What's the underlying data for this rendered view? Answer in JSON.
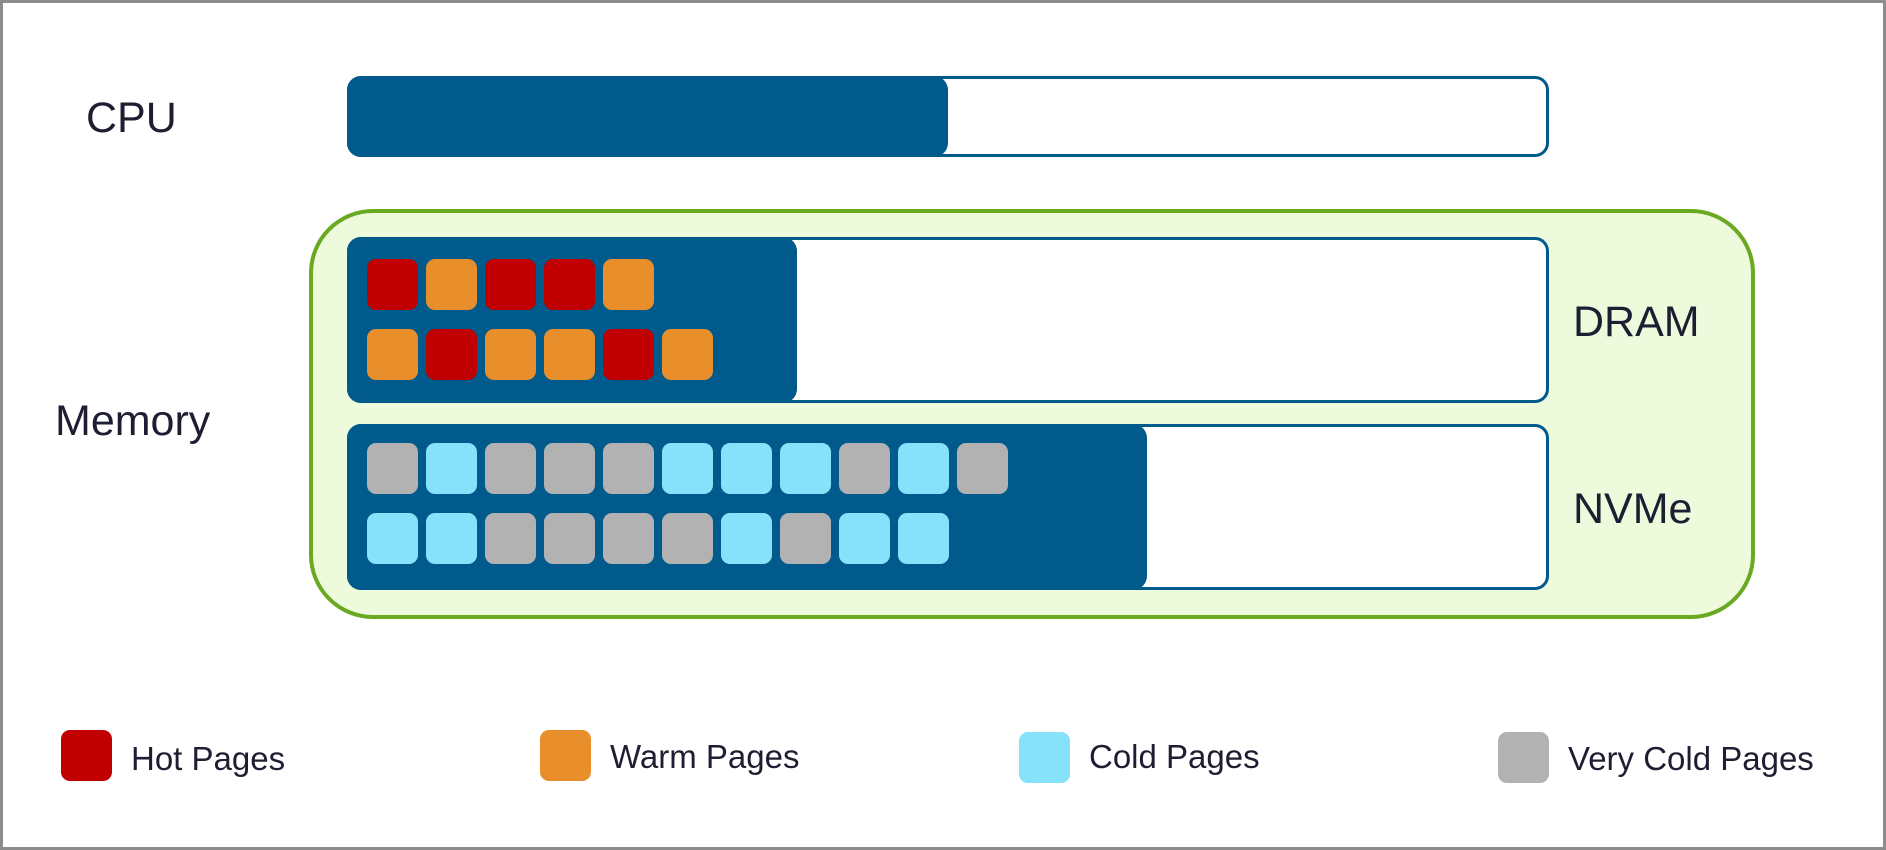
{
  "labels": {
    "cpu": "CPU",
    "memory": "Memory",
    "dram": "DRAM",
    "nvme": "NVMe"
  },
  "cpu_utilization": 0.5,
  "colors": {
    "bar": "#005a8c",
    "memory_border": "#6aaa23",
    "memory_fill": "#eefadc",
    "hot": "#c00000",
    "warm": "#e88e2b",
    "cold": "#86e2fb",
    "very_cold": "#b2b2b2"
  },
  "legend": [
    {
      "key": "hot",
      "label": "Hot Pages"
    },
    {
      "key": "warm",
      "label": "Warm Pages"
    },
    {
      "key": "cold",
      "label": "Cold Pages"
    },
    {
      "key": "very_cold",
      "label": "Very Cold Pages"
    }
  ],
  "dram_pages": [
    [
      "hot",
      "warm",
      "hot",
      "hot",
      "warm"
    ],
    [
      "warm",
      "hot",
      "warm",
      "warm",
      "hot",
      "warm"
    ]
  ],
  "nvme_pages": [
    [
      "very_cold",
      "cold",
      "very_cold",
      "very_cold",
      "very_cold",
      "cold",
      "cold",
      "cold",
      "very_cold",
      "cold",
      "very_cold"
    ],
    [
      "cold",
      "cold",
      "very_cold",
      "very_cold",
      "very_cold",
      "very_cold",
      "cold",
      "very_cold",
      "cold",
      "cold"
    ]
  ]
}
